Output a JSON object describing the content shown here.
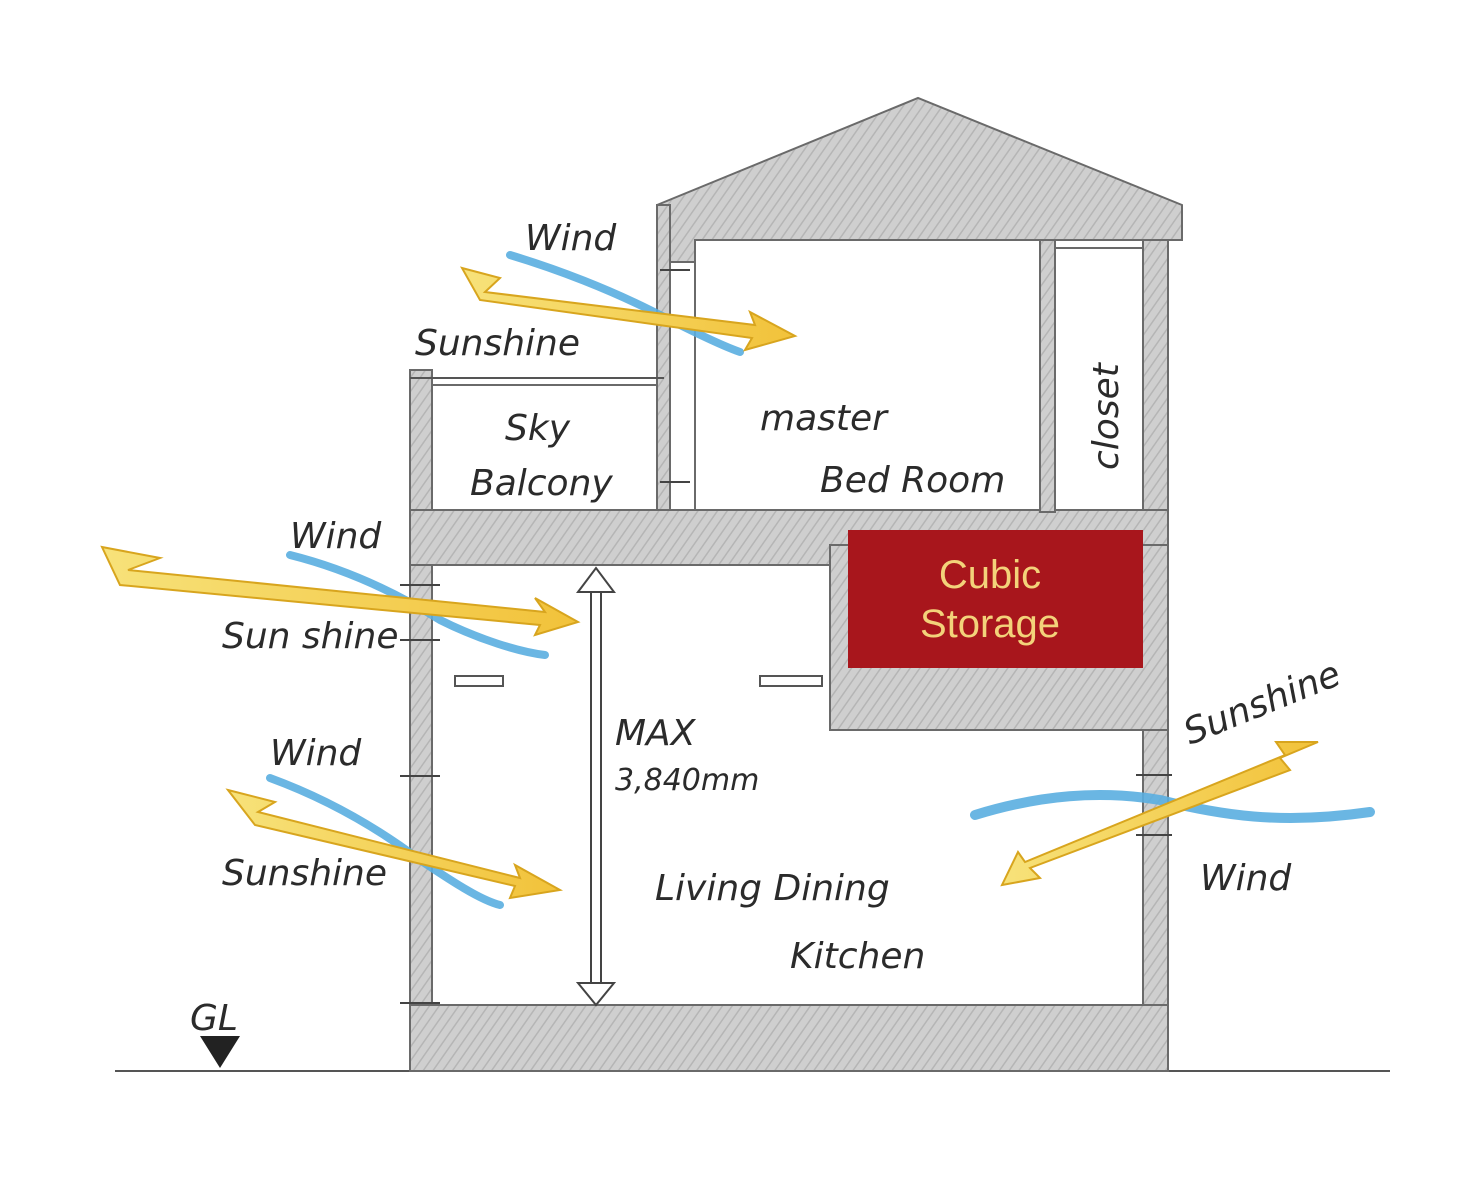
{
  "labels": {
    "wind": "Wind",
    "sunshine_top": "Sunshine",
    "sunshine_mid": "Sun shine",
    "sunshine_low": "Sunshine",
    "sunshine_right": "Sunshine",
    "sky_balcony_line1": "Sky",
    "sky_balcony_line2": "Balcony",
    "master_line1": "master",
    "master_line2": "Bed Room",
    "closet": "closet",
    "storage_line1": "Cubic",
    "storage_line2": "Storage",
    "max_line1": "MAX",
    "max_line2": "3,840mm",
    "living_line1": "Living Dining",
    "living_line2": "Kitchen",
    "ground": "GL"
  },
  "colors": {
    "wall_fill": "#c9c9c9",
    "wall_stroke": "#6a6a6a",
    "storage_fill": "#a8161c",
    "storage_text": "#f3d27a",
    "sunshine": "#f2d23a",
    "wind": "#5aaee0"
  },
  "icons": {
    "ground_marker": "triangle-down-icon"
  }
}
